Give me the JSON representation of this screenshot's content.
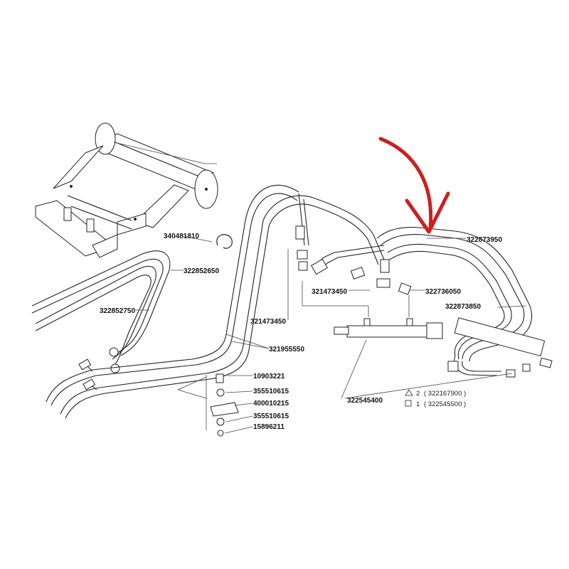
{
  "parts": {
    "p340481810": "340481810",
    "p322852650": "322852650",
    "p322852750": "322852750",
    "p321473450_a": "321473450",
    "p321473450_b": "321473450",
    "p321955550": "321955550",
    "p322873950": "322873950",
    "p322736050": "322736050",
    "p322873850": "322873850",
    "p322545400": "322545400",
    "p10903221": "10903221",
    "p355510615_a": "355510615",
    "p400010215": "400010215",
    "p355510615_b": "355510615",
    "p15896211": "15896211"
  },
  "legend": {
    "row1_qty": "2",
    "row1_ref": "( 322167900 )",
    "row2_qty": "1",
    "row2_ref": "( 322545500 )"
  },
  "colors": {
    "arrow": "#cc1f1f",
    "ink": "#222222"
  },
  "icons": {
    "legend_row1": "triangle-icon",
    "legend_row2": "square-icon",
    "pointer": "red-arrow-icon"
  }
}
